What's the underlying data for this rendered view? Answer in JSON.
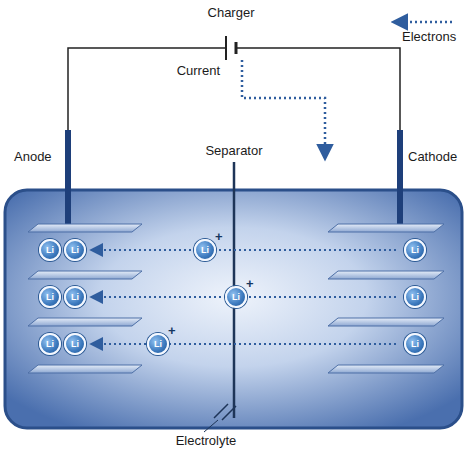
{
  "diagram": {
    "nodes": [
      {
        "text": [
          "Li"
        ]
      },
      {
        "text": [
          "Li"
        ]
      },
      {
        "text": [
          "Li"
        ]
      },
      {
        "text": [
          "Li"
        ]
      },
      {
        "text": [
          "Li"
        ]
      },
      {
        "text": [
          "Li"
        ]
      },
      {
        "text": [
          "Li",
          "+"
        ]
      },
      {
        "text": [
          "Li",
          "+"
        ]
      },
      {
        "text": [
          "Li",
          "+"
        ]
      },
      {
        "text": [
          "Li"
        ]
      },
      {
        "text": [
          "Li"
        ]
      },
      {
        "text": [
          "Li"
        ]
      }
    ],
    "labels": [
      "Charger",
      "Electrons",
      "Current",
      "Separator",
      "Anode",
      "Cathode",
      "Electrolyte"
    ]
  }
}
